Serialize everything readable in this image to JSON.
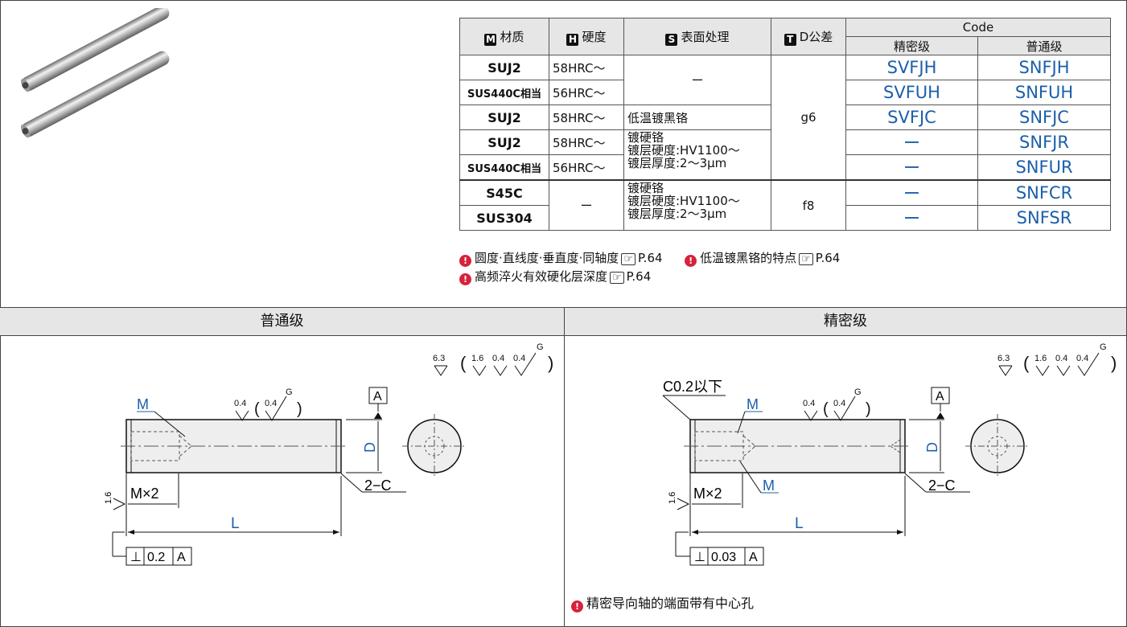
{
  "table": {
    "headers": {
      "material": "材质",
      "hardness": "硬度",
      "surface": "表面处理",
      "tolerance": "D公差",
      "code": "Code",
      "precision": "精密级",
      "normal": "普通级"
    },
    "header_icons": {
      "material": "M",
      "hardness": "H",
      "surface": "S",
      "tolerance": "T"
    },
    "rows": [
      {
        "material": "SUJ2",
        "hardness": "58HRC～",
        "precision": "SVFJH",
        "normal": "SNFJH"
      },
      {
        "material": "SUS440C相当",
        "hardness": "56HRC～",
        "precision": "SVFUH",
        "normal": "SNFUH"
      },
      {
        "material": "SUJ2",
        "hardness": "58HRC～",
        "precision": "SVFJC",
        "normal": "SNFJC"
      },
      {
        "material": "SUJ2",
        "hardness": "58HRC～",
        "precision": "ー",
        "normal": "SNFJR"
      },
      {
        "material": "SUS440C相当",
        "hardness": "56HRC～",
        "precision": "ー",
        "normal": "SNFUR"
      },
      {
        "material": "S45C",
        "hardness": "ー",
        "precision": "ー",
        "normal": "SNFCR"
      },
      {
        "material": "SUS304",
        "precision": "ー",
        "normal": "SNFSR"
      }
    ],
    "surface_none": "ー",
    "surface_black": "低温镀黑铬",
    "surface_hard": [
      "镀硬铬",
      "镀层硬度:HV1100～",
      "镀层厚度:2～3μm"
    ],
    "tol_g6": "g6",
    "tol_f8": "f8"
  },
  "notes": {
    "n1": "圆度·直线度·垂直度·同轴度",
    "n1_page": "P.64",
    "n2": "低温镀黑铬的特点",
    "n2_page": "P.64",
    "n3": "高频淬火有效硬化层深度",
    "n3_page": "P.64",
    "ref_icon": "☞"
  },
  "sections": {
    "left": "普通级",
    "right": "精密级"
  },
  "drawings": {
    "rough_main": "6.3",
    "rough_a": "1.6",
    "rough_b": "0.4",
    "rough_c": "0.4",
    "rough_g": "G",
    "rough_end": "1.6",
    "rough_shaft": "0.4",
    "rough_shaft2": "0.4",
    "label_M": "M",
    "label_MX2": "M×2",
    "label_D": "D",
    "label_L": "L",
    "label_2C": "2−C",
    "label_A": "A",
    "perp": "⊥",
    "normal_tol": "0.2",
    "precision_tol": "0.03",
    "chamfer": "C0.2以下"
  },
  "bottom_note": "精密导向轴的端面带有中心孔"
}
